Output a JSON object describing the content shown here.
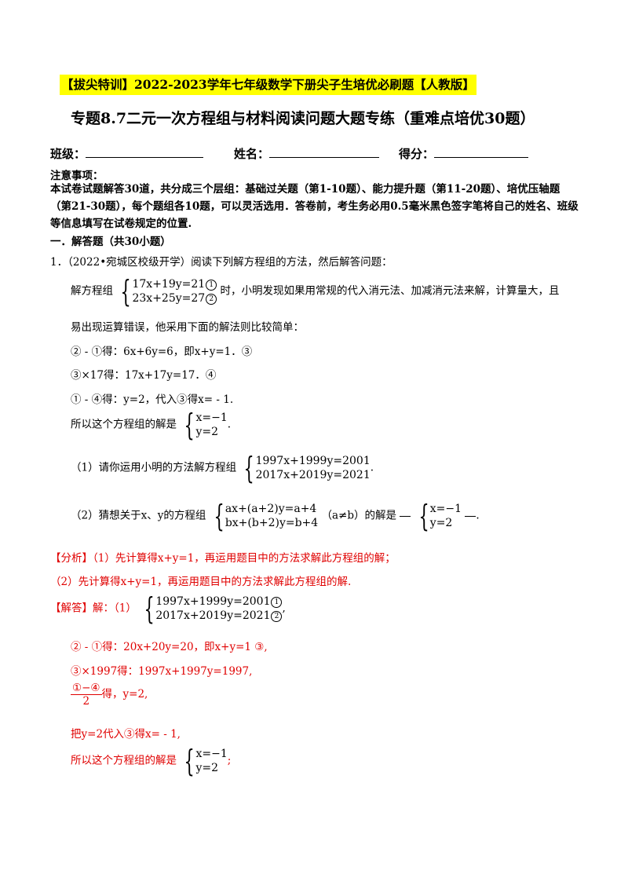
{
  "banner": "【拔尖特训】2022-2023学年七年级数学下册尖子生培优必刷题【人教版】",
  "title": "专题8.7二元一次方程组与材料阅读问题大题专练（重难点培优30题）",
  "info": {
    "class_label": "班级：",
    "name_label": "姓名：",
    "score_label": "得分："
  },
  "notice": {
    "label": "注意事项：",
    "text": "本试卷试题解答30道，共分成三个层组：基础过关题（第1-10题）、能力提升题（第11-20题）、培优压轴题（第21-30题），每个题组各10题，可以灵活选用．答卷前，考生务必用0.5毫米黑色签字笔将自己的姓名、班级等信息填写在试卷规定的位置."
  },
  "section": "一．解答题（共30小题）",
  "problem": {
    "intro": "1．（2022•宛城区校级开学）阅读下列解方程组的方法，然后解答问题：",
    "sys_prefix": "解方程组",
    "sys_row1": "17x+19y=21",
    "sys_row2": "23x+25y=27",
    "mark1": "1",
    "mark2": "2",
    "sys_suffix": "时，小明发现如果用常规的代入消元法、加减消元法来解，计算量大，且",
    "line2": "易出现运算错误，他采用下面的解法则比较简单：",
    "step1": "② - ①得：6x+6y=6，即x+y=1．③",
    "step2": "③×17得：17x+17y=17．④",
    "step3": "① - ④得：y=2，代入③得x= - 1.",
    "sol_prefix": "所以这个方程组的解是",
    "sol_row1": "x=−1",
    "sol_row2": "y=2",
    "q1_prefix": "（1）请你运用小明的方法解方程组",
    "q1_row1": "1997x+1999y=2001",
    "q1_row2": "2017x+2019y=2021",
    "q2_prefix": "（2）猜想关于x、y的方程组",
    "q2_row1": "ax+(a+2)y=a+4",
    "q2_row2": "bx+(b+2)y=b+4",
    "q2_cond": "（a≠b）的解是",
    "q2_ans_row1": "x=−1",
    "q2_ans_row2": "y=2"
  },
  "answer": {
    "analysis_label": "【分析】",
    "analysis1": "（1）先计算得x+y=1，再运用题目中的方法求解此方程组的解；",
    "analysis2": "（2）先计算得x+y=1，再运用题目中的方法求解此方程组的解.",
    "solution_label": "【解答】",
    "solution_prefix": "解：（1）",
    "sys_row1": "1997x+1999y=2001",
    "sys_row2": "2017x+2019y=2021",
    "step1": "② - ①得：20x+20y=20，即x+y=1 ③,",
    "step2": "③×1997得：1997x+1997y=1997,",
    "frac_num": "①−④",
    "frac_den": "2",
    "step3_suffix": "得，y=2,",
    "step4": "把y=2代入③得x= - 1,",
    "sol_prefix": "所以这个方程组的解是",
    "sol_row1": "x=−1",
    "sol_row2": "y=2"
  },
  "colors": {
    "banner_bg": "#ffff00",
    "answer_red": "#e00000"
  }
}
